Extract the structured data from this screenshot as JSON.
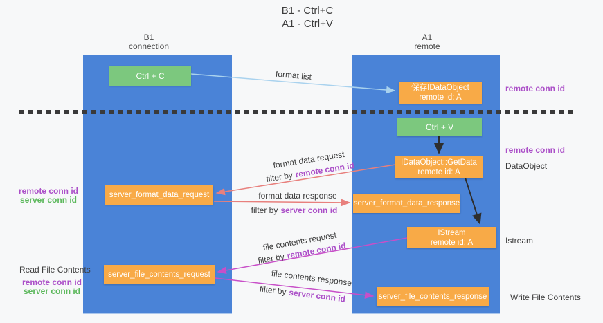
{
  "title": {
    "line1": "B1 - Ctrl+C",
    "line2": "A1 - Ctrl+V"
  },
  "columns": {
    "left": {
      "name": "B1",
      "subtitle": "connection"
    },
    "right": {
      "name": "A1",
      "subtitle": "remote"
    }
  },
  "boxes": {
    "ctrl_c": {
      "label": "Ctrl + C"
    },
    "ctrl_v": {
      "label": "Ctrl + V"
    },
    "save_dataobject": {
      "line1": "保存IDataObject",
      "line2": "remote id: A"
    },
    "getdata": {
      "line1": "IDataObject::GetData",
      "line2": "remote id: A"
    },
    "istream": {
      "line1": "IStream",
      "line2": "remote id: A"
    },
    "server_format_data_request": {
      "label": "server_format_data_request"
    },
    "server_format_data_response": {
      "label": "server_format_data_response"
    },
    "server_file_contents_request": {
      "label": "server_file_contents_request"
    },
    "server_file_contents_response": {
      "label": "server_file_contents_response"
    }
  },
  "flow_labels": {
    "format_list": "format list",
    "format_data_request": "format data request",
    "format_data_response": "format data response",
    "file_contents_request": "file contents request",
    "file_contents_response": "file contents response",
    "filter_by": "filter by",
    "remote_conn_id": "remote conn id",
    "server_conn_id": "server conn id"
  },
  "side_labels": {
    "right_top_remote_conn_id": "remote conn id",
    "right_mid_remote_conn_id": "remote conn id",
    "dataobject": "DataObject",
    "istream": "Istream",
    "write_file_contents": "Write File Contents",
    "read_file_contents": "Read File Contents",
    "left_mid_remote_conn_id": "remote conn id",
    "left_mid_server_conn_id": "server conn id",
    "left_bottom_remote_conn_id": "remote conn id",
    "left_bottom_server_conn_id": "server conn id"
  },
  "colors": {
    "column_blue": "#4a83d7",
    "box_green": "#7cc87e",
    "box_orange": "#f8aa47",
    "arrow_salmon": "#e8807d",
    "arrow_magenta": "#c84fc8",
    "arrow_lightblue": "#a9d2ee",
    "arrow_black": "#2e2e2e",
    "text_purple": "#ab4fc8",
    "text_green": "#5cb85c",
    "dash_line": "#3a3a3a"
  }
}
